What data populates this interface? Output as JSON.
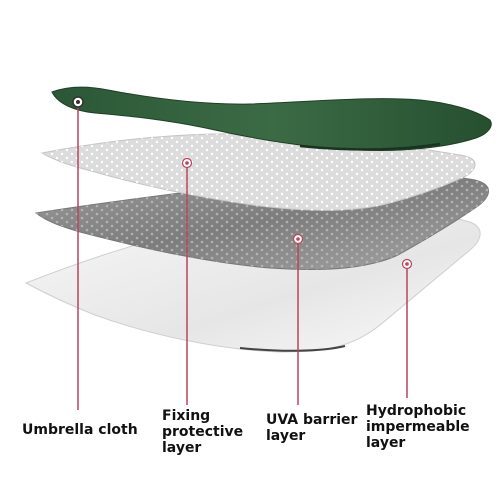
{
  "diagram": {
    "layers": [
      {
        "key": "umbrella",
        "lines": [
          "Umbrella cloth"
        ],
        "color": "#2f5b3a"
      },
      {
        "key": "fixing",
        "lines": [
          "Fixing",
          "protective",
          "layer"
        ],
        "color": "#d9d9d9"
      },
      {
        "key": "uva",
        "lines": [
          "UVA barrier",
          "layer"
        ],
        "color": "#8f8f8f"
      },
      {
        "key": "hydro",
        "lines": [
          "Hydrophobic",
          "impermeable",
          "layer"
        ],
        "color": "#ececec"
      }
    ],
    "pointer_color": "#b8455a"
  }
}
